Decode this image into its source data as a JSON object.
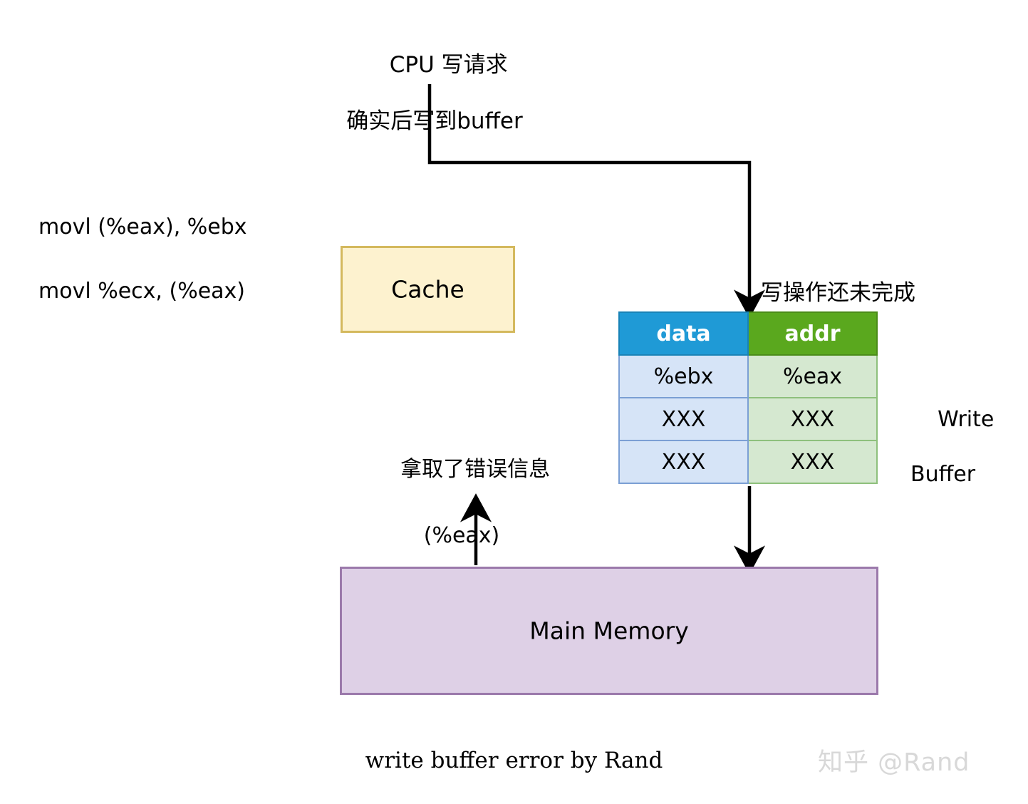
{
  "diagram": {
    "title": "write buffer error",
    "background": "#ffffff",
    "bottom_caption": "write buffer error by Rand",
    "watermark": "知乎 @Rand"
  },
  "notes": {
    "cpu_request_line1": "CPU 写请求",
    "cpu_request_line2": "确实后写到buffer",
    "pending_write": "写操作还未完成",
    "stale_read_line1": "拿取了错误信息",
    "stale_read_line2": "(%eax)"
  },
  "instructions": [
    "movl (%eax), %ebx",
    "movl %ecx, (%eax)"
  ],
  "boxes": {
    "cache": {
      "label": "Cache",
      "fill": "#fdf2cf",
      "stroke": "#d4b95e"
    },
    "main_memory": {
      "label": "Main Memory",
      "fill": "#ded0e6",
      "stroke": "#9b79ab"
    }
  },
  "write_buffer": {
    "caption_line1": "Write",
    "caption_line2": "Buffer",
    "headers": [
      "data",
      "addr"
    ],
    "header_colors": {
      "data": "#1f9ad6",
      "addr": "#5aa81e"
    },
    "cell_colors": {
      "data": "#d6e4f7",
      "addr": "#d5e8d0"
    },
    "rows": [
      {
        "data": "%ebx",
        "addr": "%eax"
      },
      {
        "data": "XXX",
        "addr": "XXX"
      },
      {
        "data": "XXX",
        "addr": "XXX"
      }
    ]
  },
  "arrows": [
    {
      "name": "cpu-to-buffer",
      "from": "cpu-note",
      "to": "write-buffer"
    },
    {
      "name": "buffer-to-memory",
      "from": "write-buffer",
      "to": "main-memory"
    },
    {
      "name": "memory-to-stale-read",
      "from": "main-memory",
      "to": "stale-note"
    }
  ]
}
